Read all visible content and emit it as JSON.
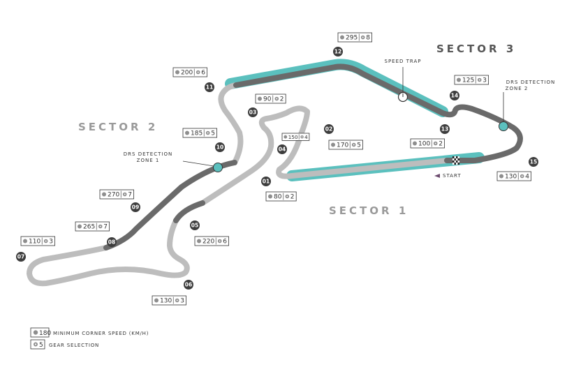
{
  "colors": {
    "track_dark": "#6a6a6a",
    "track_light": "#bdbdbd",
    "drs_teal": "#5bc0be",
    "sector3_label": "#555555",
    "sector_label_light": "#9a9a9a",
    "marker_dark": "#3d3d3d",
    "start_arrow": "#6b4a6e"
  },
  "sectors": [
    {
      "id": "sector-1",
      "label": "SECTOR 1"
    },
    {
      "id": "sector-2",
      "label": "SECTOR 2"
    },
    {
      "id": "sector-3",
      "label": "SECTOR 3"
    }
  ],
  "markers": {
    "speed_trap": "SPEED TRAP",
    "drs_zone_1": [
      "DRS DETECTION",
      "ZONE 1"
    ],
    "drs_zone_2": [
      "DRS DETECTION",
      "ZONE 2"
    ],
    "start": "START"
  },
  "turns": [
    {
      "num": "01",
      "speed": "80",
      "gear": "2"
    },
    {
      "num": "02",
      "speed": "170",
      "gear": "5"
    },
    {
      "num": "03",
      "speed": "90",
      "gear": "2"
    },
    {
      "num": "04",
      "speed": "150",
      "gear": "4"
    },
    {
      "num": "05",
      "speed": "220",
      "gear": "6"
    },
    {
      "num": "06",
      "speed": "130",
      "gear": "3"
    },
    {
      "num": "07",
      "speed": "110",
      "gear": "3"
    },
    {
      "num": "08",
      "speed": "265",
      "gear": "7"
    },
    {
      "num": "09",
      "speed": "270",
      "gear": "7"
    },
    {
      "num": "10",
      "speed": "185",
      "gear": "5"
    },
    {
      "num": "11",
      "speed": "200",
      "gear": "6"
    },
    {
      "num": "12",
      "speed": "295",
      "gear": "8"
    },
    {
      "num": "13",
      "speed": "100",
      "gear": "2"
    },
    {
      "num": "14",
      "speed": "125",
      "gear": "3"
    },
    {
      "num": "15",
      "speed": "130",
      "gear": "4"
    }
  ],
  "legend": {
    "speed_sample": "180",
    "speed_text": "MINIMUM CORNER SPEED (KM/H)",
    "gear_sample": "5",
    "gear_text": "GEAR SELECTION"
  }
}
